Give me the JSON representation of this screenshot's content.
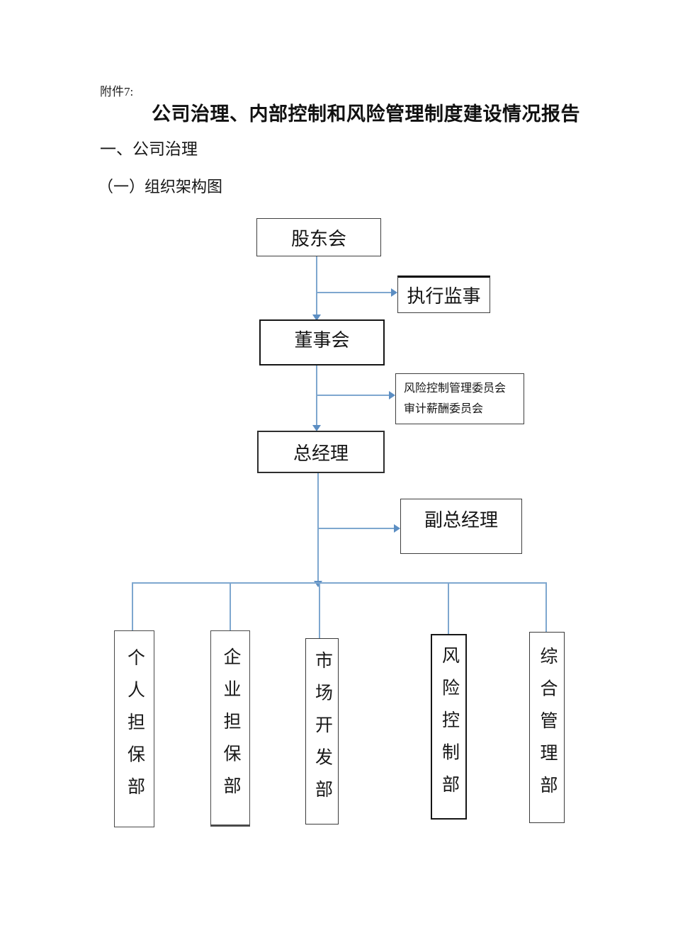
{
  "document": {
    "attachment_label": "附件7:",
    "title": "公司治理、内部控制和风险管理制度建设情况报告",
    "heading_1": "一、公司治理",
    "heading_1_1": "（一）组织架构图"
  },
  "org_chart": {
    "line_color": "#7ea7cf",
    "arrow_color": "#5c8ec3",
    "nodes": {
      "shareholders": {
        "label": "股东会"
      },
      "executive_supervisor": {
        "label": "执行监事"
      },
      "board": {
        "label": "董事会"
      },
      "committees": {
        "line1": "风险控制管理委员会",
        "line2": "审计薪酬委员会"
      },
      "general_manager": {
        "label": "总经理"
      },
      "deputy_general_manager": {
        "label": "副总经理"
      },
      "departments": [
        {
          "id": "personal-guarantee",
          "label": "个人担保部"
        },
        {
          "id": "enterprise-guarantee",
          "label": "企业担保部"
        },
        {
          "id": "market-development",
          "label": "市场开发部"
        },
        {
          "id": "risk-control",
          "label": "风险控制部"
        },
        {
          "id": "general-management",
          "label": "综合管理部"
        }
      ]
    }
  }
}
